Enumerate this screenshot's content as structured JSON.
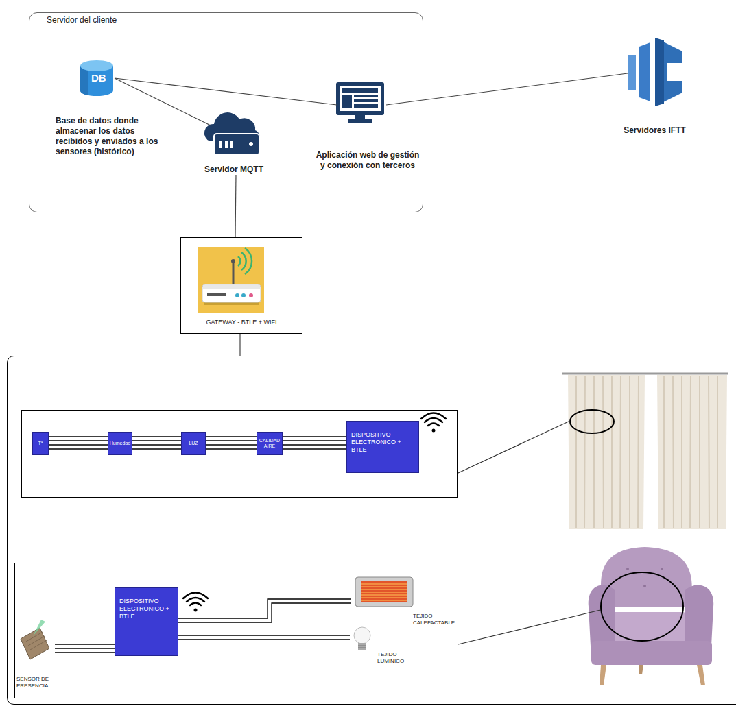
{
  "diagram": {
    "nodes": [
      {
        "text": [
          "Servidor del cliente"
        ]
      },
      {
        "text": [
          "DB",
          "Base de datos donde almacenar los datos recibidos y enviados a los sensores (histórico)"
        ],
        "in": 0
      },
      {
        "text": [
          "Servidor MQTT"
        ],
        "in": 0
      },
      {
        "text": [
          "Aplicación web de gestión y conexión con terceros"
        ],
        "in": 0
      },
      {
        "text": [
          "Servidores IFTT"
        ]
      },
      {
        "text": [
          "GATEWAY - BTLE + WIFI"
        ]
      },
      {
        "text": []
      },
      {
        "text": [],
        "in": 6
      },
      {
        "text": [
          "Tª"
        ],
        "in": 7
      },
      {
        "text": [
          "Humedad"
        ],
        "in": 7
      },
      {
        "text": [
          "LUZ"
        ],
        "in": 7
      },
      {
        "text": [
          "CALIDAD AIRE"
        ],
        "in": 7
      },
      {
        "text": [
          "DISPOSITIVO ELECTRONICO + BTLE"
        ],
        "in": 7
      },
      {
        "text": [],
        "in": 6
      },
      {
        "text": [
          "SENSOR DE PRESENCIA"
        ],
        "in": 13
      },
      {
        "text": [
          "DISPOSITIVO ELECTRONICO + BTLE"
        ],
        "in": 13
      },
      {
        "text": [
          "TEJIDO CALEFACTABLE"
        ],
        "in": 13
      },
      {
        "text": [
          "TEJIDO LUMINICO"
        ],
        "in": 13
      }
    ],
    "edges": [
      {
        "from": 1,
        "to": 2,
        "arrow": "none"
      },
      {
        "from": 1,
        "to": 3,
        "arrow": "none"
      },
      {
        "from": 3,
        "to": 4,
        "arrow": "none"
      },
      {
        "from": 2,
        "to": 5,
        "arrow": "none"
      },
      {
        "from": 5,
        "to": 6,
        "arrow": "none"
      },
      {
        "from": 8,
        "to": 9,
        "arrow": "none"
      },
      {
        "from": 9,
        "to": 10,
        "arrow": "none"
      },
      {
        "from": 10,
        "to": 11,
        "arrow": "none"
      },
      {
        "from": 11,
        "to": 12,
        "arrow": "none"
      },
      {
        "from": 14,
        "to": 15,
        "arrow": "none"
      },
      {
        "from": 15,
        "to": 16,
        "arrow": "none"
      },
      {
        "from": 15,
        "to": 17,
        "arrow": "none"
      }
    ]
  }
}
